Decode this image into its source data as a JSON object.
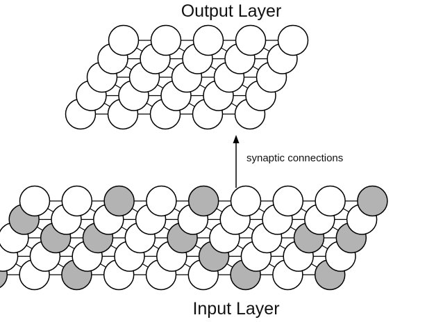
{
  "diagram": {
    "output_layer": {
      "label": "Output Layer",
      "rows": [
        [
          0,
          0,
          0,
          0,
          0
        ],
        [
          0,
          0,
          0,
          0,
          0
        ],
        [
          0,
          0,
          0,
          0,
          0
        ],
        [
          0,
          0,
          0,
          0,
          0
        ],
        [
          0,
          0,
          0,
          0,
          0
        ]
      ]
    },
    "input_layer": {
      "label": "Input Layer",
      "rows": [
        [
          1,
          0,
          1,
          0,
          0,
          0,
          1,
          0,
          1
        ],
        [
          0,
          0,
          0,
          0,
          0,
          1,
          0,
          0,
          0
        ],
        [
          0,
          1,
          1,
          0,
          1,
          0,
          0,
          1,
          1
        ],
        [
          1,
          0,
          0,
          0,
          0,
          0,
          0,
          0,
          0
        ],
        [
          0,
          0,
          1,
          0,
          1,
          0,
          0,
          0,
          1
        ]
      ]
    },
    "arrow_label": "synaptic connections",
    "colors": {
      "active": "#b3b3b3",
      "inactive": "#ffffff",
      "stroke": "#000000"
    }
  }
}
